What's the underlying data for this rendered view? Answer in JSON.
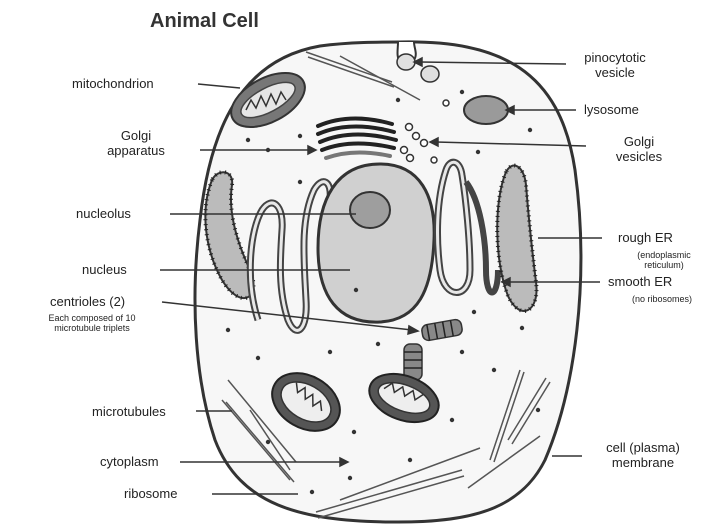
{
  "title": "Animal Cell",
  "labels": {
    "mitochondrion": "mitochondrion",
    "golgi_apparatus": [
      "Golgi",
      "apparatus"
    ],
    "nucleolus": "nucleolus",
    "nucleus": "nucleus",
    "centrioles": "centrioles (2)",
    "centrioles_note": [
      "Each composed of 10",
      "microtubule triplets"
    ],
    "microtubules": "microtubules",
    "cytoplasm": "cytoplasm",
    "ribosome": "ribosome",
    "pinocytotic_vesicle": [
      "pinocytotic",
      "vesicle"
    ],
    "lysosome": "lysosome",
    "golgi_vesicles": [
      "Golgi",
      "vesicles"
    ],
    "rough_er": "rough ER",
    "rough_er_note": [
      "(endoplasmic",
      "reticulum)"
    ],
    "smooth_er": "smooth ER",
    "smooth_er_note": "(no ribosomes)",
    "cell_membrane": [
      "cell (plasma)",
      "membrane"
    ]
  },
  "colors": {
    "outline": "#333333",
    "fill_light": "#d9d9d9",
    "fill_mid": "#9a9a9a",
    "fill_dark": "#555555"
  }
}
